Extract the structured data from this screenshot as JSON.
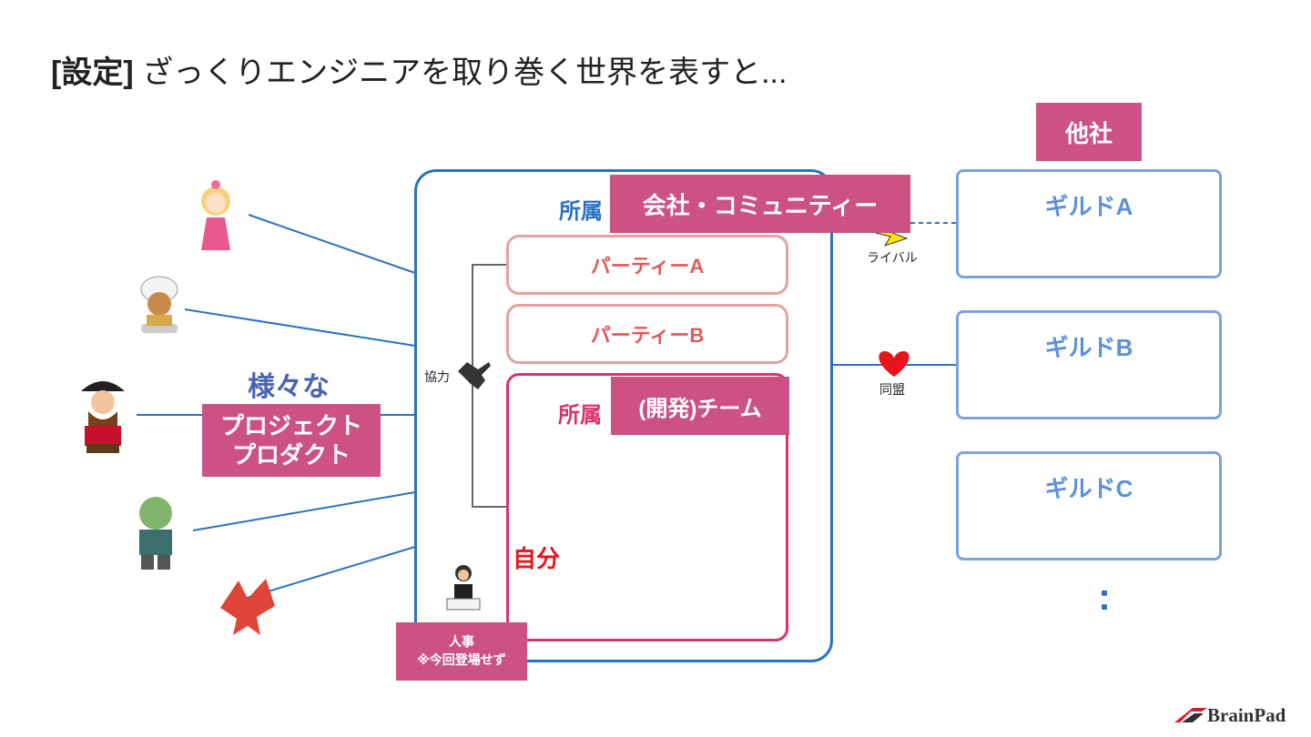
{
  "title": {
    "bracket": "[設定]",
    "text": " ざっくりエンジニアを取り巻く世界を表すと..."
  },
  "labels": {
    "various": "様々な",
    "project_line1": "プロジェクト",
    "project_line2": "プロダクト",
    "company_prefix": "所属",
    "company": "会社・コミュニティー",
    "party_a": "パーティーA",
    "party_b": "パーティーB",
    "team_prefix": "所属",
    "team": "(開発)チーム",
    "cooperate": "協力",
    "self": "自分",
    "hr_line1": "人事",
    "hr_line2": "※今回登場せず",
    "other_company": "他社",
    "rival": "ライバル",
    "alliance": "同盟",
    "guild_a": "ギルドA",
    "guild_b": "ギルドB",
    "guild_c": "ギルドC",
    "ellipsis": ":",
    "brand": "BrainPad"
  },
  "colors": {
    "pink": "#cc5283",
    "blue": "#2a72c3",
    "guild": "#7aa3e0",
    "party": "#e35b5b",
    "team": "#d9336a"
  }
}
